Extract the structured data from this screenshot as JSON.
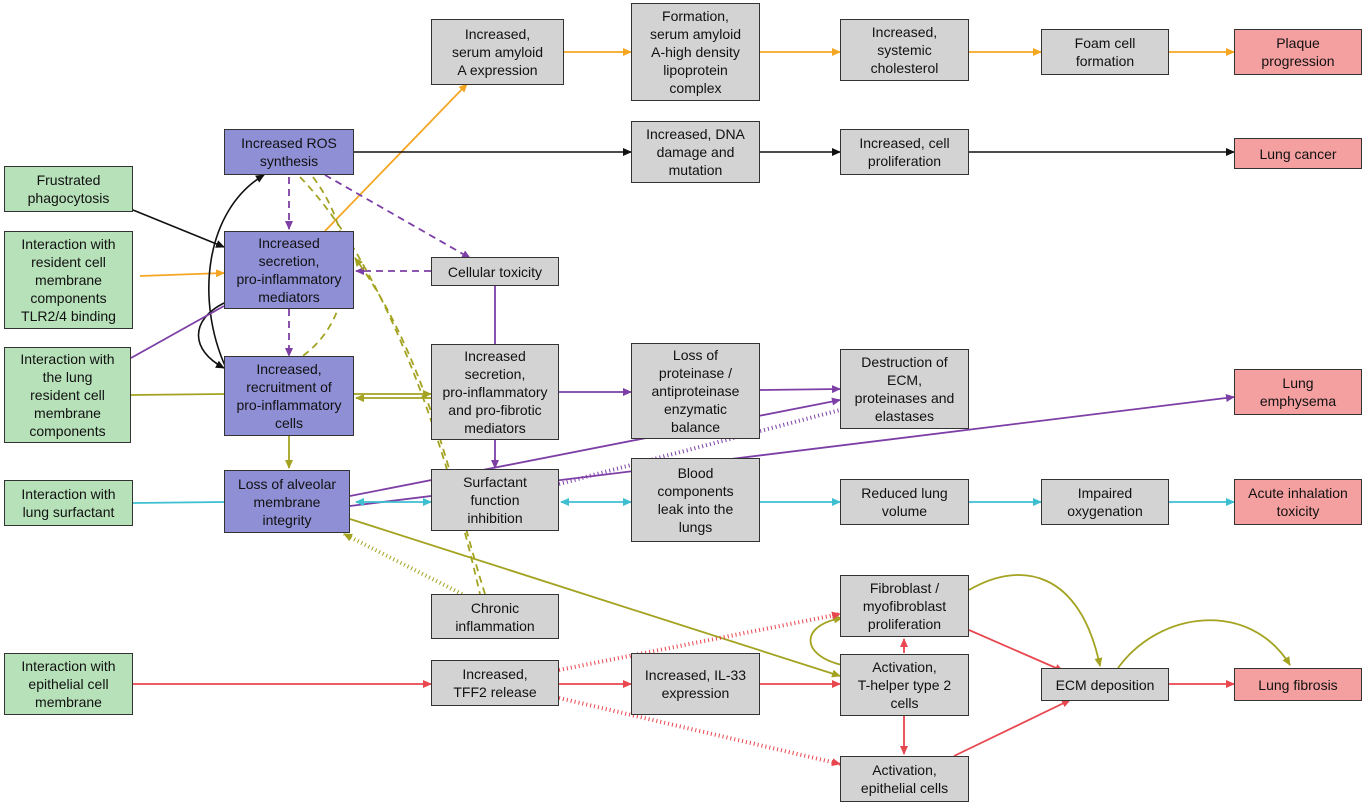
{
  "colors": {
    "mie": "#b7e1b9",
    "ke": "#d3d3d3",
    "key": "#8f8fd6",
    "ao": "#f5a0a0",
    "orange": "#f5a623",
    "black": "#111111",
    "purple": "#7d3fa6",
    "olive": "#a3a321",
    "cyan": "#3dbfd0",
    "red": "#e8474f"
  },
  "nodes": {
    "frustrated_phagocytosis": {
      "label": "Frustrated\nphagocytosis",
      "kind": "mie"
    },
    "interaction_resident_tlr": {
      "label": "Interaction with\nresident cell\nmembrane\ncomponents\nTLR2/4 binding",
      "kind": "mie"
    },
    "interaction_lung_resident": {
      "label": "Interaction with\nthe lung\nresident cell\nmembrane\ncomponents",
      "kind": "mie"
    },
    "interaction_surfactant": {
      "label": "Interaction with\nlung surfactant",
      "kind": "mie"
    },
    "interaction_epithelial": {
      "label": "Interaction with\nepithelial cell\nmembrane",
      "kind": "mie"
    },
    "ros_synthesis": {
      "label": "Increased ROS\nsynthesis",
      "kind": "key"
    },
    "secretion_mediators": {
      "label": "Increased\nsecretion,\npro-inflammatory\nmediators",
      "kind": "key"
    },
    "recruitment_cells": {
      "label": "Increased,\nrecruitment of\npro-inflammatory\ncells",
      "kind": "key"
    },
    "loss_alveolar": {
      "label": "Loss of alveolar\nmembrane\nintegrity",
      "kind": "key"
    },
    "saa_expression": {
      "label": "Increased,\nserum amyloid\nA expression",
      "kind": "ke"
    },
    "saa_hdl": {
      "label": "Formation,\nserum amyloid\nA-high density\nlipoprotein\ncomplex",
      "kind": "ke"
    },
    "systemic_cholesterol": {
      "label": "Increased,\nsystemic\ncholesterol",
      "kind": "ke"
    },
    "foam_cell": {
      "label": "Foam cell\nformation",
      "kind": "ke"
    },
    "plaque": {
      "label": "Plaque\nprogression",
      "kind": "ao"
    },
    "dna_damage": {
      "label": "Increased, DNA\ndamage and\nmutation",
      "kind": "ke"
    },
    "cell_proliferation": {
      "label": "Increased, cell\nproliferation",
      "kind": "ke"
    },
    "lung_cancer": {
      "label": "Lung cancer",
      "kind": "ao"
    },
    "cellular_toxicity": {
      "label": "Cellular toxicity",
      "kind": "ke"
    },
    "secretion_fibrotic": {
      "label": "Increased\nsecretion,\npro-inflammatory\nand pro-fibrotic\nmediators",
      "kind": "ke"
    },
    "proteinase_balance": {
      "label": "Loss of\nproteinase /\nantiproteinase\nenzymatic\nbalance",
      "kind": "ke"
    },
    "ecm_destruction": {
      "label": "Destruction of\nECM,\nproteinases and\nelastases",
      "kind": "ke"
    },
    "emphysema": {
      "label": "Lung\nemphysema",
      "kind": "ao"
    },
    "surfactant_inhibition": {
      "label": "Surfactant\nfunction\ninhibition",
      "kind": "ke"
    },
    "blood_leak": {
      "label": "Blood\ncomponents\nleak into the\nlungs",
      "kind": "ke"
    },
    "reduced_volume": {
      "label": "Reduced lung\nvolume",
      "kind": "ke"
    },
    "impaired_oxygenation": {
      "label": "Impaired\noxygenation",
      "kind": "ke"
    },
    "acute_toxicity": {
      "label": "Acute inhalation\ntoxicity",
      "kind": "ao"
    },
    "chronic_inflammation": {
      "label": "Chronic\ninflammation",
      "kind": "ke"
    },
    "fibroblast": {
      "label": "Fibroblast /\nmyofibroblast\nproliferation",
      "kind": "ke"
    },
    "th2": {
      "label": "Activation,\nT-helper type 2\ncells",
      "kind": "ke"
    },
    "tff2": {
      "label": "Increased,\nTFF2 release",
      "kind": "ke"
    },
    "il33": {
      "label": "Increased, IL-33\nexpression",
      "kind": "ke"
    },
    "ecm_deposition": {
      "label": "ECM deposition",
      "kind": "ke"
    },
    "lung_fibrosis": {
      "label": "Lung fibrosis",
      "kind": "ao"
    },
    "epithelial_activation": {
      "label": "Activation,\nepithelial cells",
      "kind": "ke"
    }
  }
}
